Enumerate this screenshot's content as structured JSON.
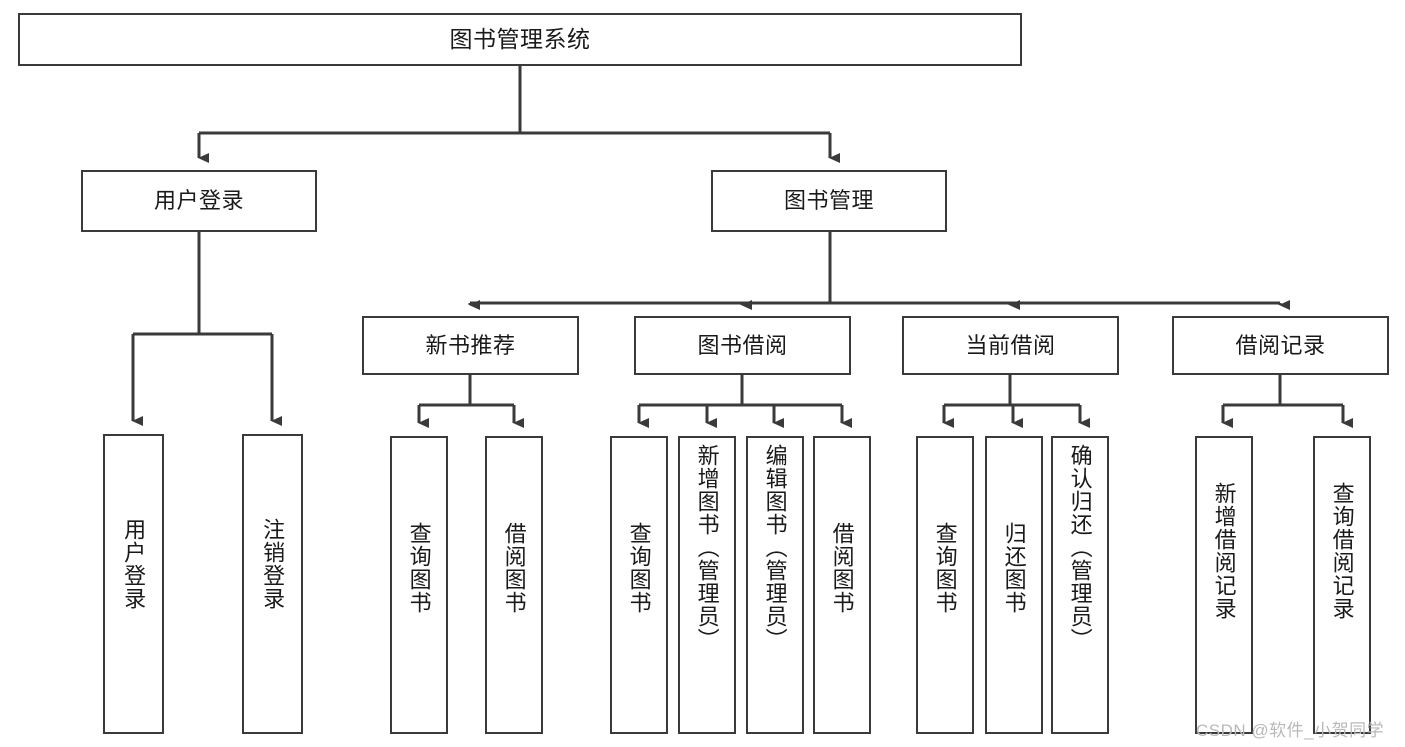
{
  "diagram": {
    "title": "图书管理系统",
    "type": "hierarchy-tree",
    "watermark": "CSDN @软件_小贺同学",
    "colors": {
      "stroke": "#3a3a3a",
      "fill": "#ffffff",
      "text": "#1a1a1a",
      "watermark": "#b9b9b9"
    },
    "levels": {
      "root": {
        "label": "图书管理系统"
      },
      "level2": [
        {
          "label": "用户登录"
        },
        {
          "label": "图书管理"
        }
      ],
      "level3": [
        {
          "label": "新书推荐"
        },
        {
          "label": "图书借阅"
        },
        {
          "label": "当前借阅"
        },
        {
          "label": "借阅记录"
        }
      ],
      "leaves": {
        "user_login": [
          {
            "label": "用户登录"
          },
          {
            "label": "注销登录"
          }
        ],
        "new_book_recommend": [
          {
            "label": "查询图书"
          },
          {
            "label": "借阅图书"
          }
        ],
        "book_borrow": [
          {
            "label": "查询图书"
          },
          {
            "label": "新增图书（管理员）"
          },
          {
            "label": "编辑图书（管理员）"
          },
          {
            "label": "借阅图书"
          }
        ],
        "current_borrow": [
          {
            "label": "查询图书"
          },
          {
            "label": "归还图书"
          },
          {
            "label": "确认归还（管理员）"
          }
        ],
        "borrow_record": [
          {
            "label": "新增借阅记录"
          },
          {
            "label": "查询借阅记录"
          }
        ]
      }
    }
  }
}
